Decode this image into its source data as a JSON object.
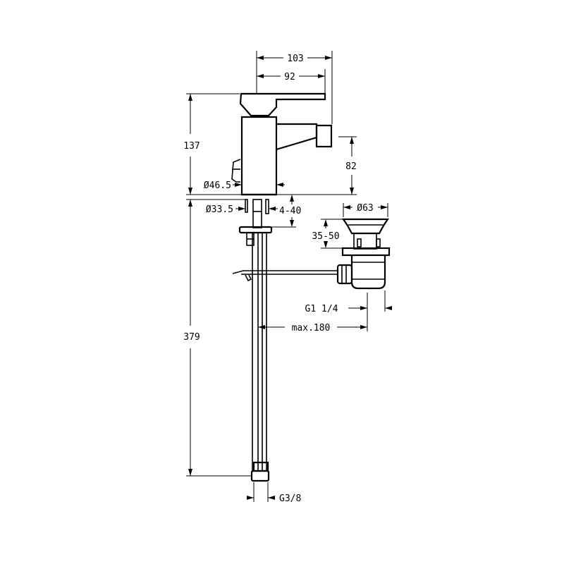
{
  "dimensions": {
    "width_103": "103",
    "width_92": "92",
    "height_137": "137",
    "height_82": "82",
    "dia_46_5": "Ø46.5",
    "dia_33_5": "Ø33.5",
    "range_4_40": "4-40",
    "dia_63": "Ø63",
    "range_35_50": "35-50",
    "thread_g1_1_4": "G1 1/4",
    "max_180": "max.180",
    "height_379": "379",
    "thread_g3_8": "G3/8"
  }
}
